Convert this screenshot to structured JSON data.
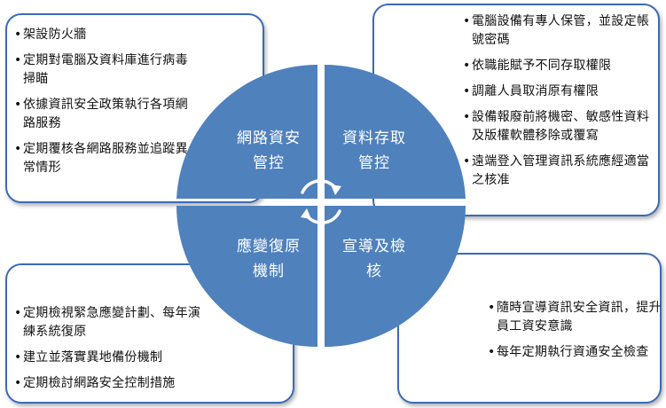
{
  "colors": {
    "quadrant_fill": "#4f81bd",
    "box_border": "#3a6bb3",
    "cycle_arrow": "#ffffff"
  },
  "icons": {
    "center": "cycle-arrows-icon"
  },
  "quadrants": {
    "top_left": {
      "label_lines": [
        "網路資安",
        "管控"
      ],
      "bullets": [
        "架設防火牆",
        "定期對電腦及資料庫進行病毒掃瞄",
        "依據資訊安全政策執行各項網路服務",
        "定期覆核各網路服務並追蹤異常情形"
      ]
    },
    "top_right": {
      "label_lines": [
        "資料存取",
        "管控"
      ],
      "bullets": [
        "電腦設備有專人保管，並設定帳號密碼",
        "依職能賦予不同存取權限",
        "調離人員取消原有權限",
        "設備報廢前將機密、敏感性資料及版權軟體移除或覆寫",
        "遠端登入管理資訊系統應經適當之核准"
      ]
    },
    "bottom_left": {
      "label_lines": [
        "應變復原",
        "機制"
      ],
      "bullets": [
        "定期檢視緊急應變計劃、每年演練系統復原",
        "建立並落實異地備份機制",
        "定期檢討網路安全控制措施"
      ]
    },
    "bottom_right": {
      "label_lines": [
        "宣導及檢",
        "核"
      ],
      "bullets": [
        "隨時宣導資訊安全資訊，提升員工資安意識",
        "每年定期執行資通安全檢查"
      ]
    }
  }
}
